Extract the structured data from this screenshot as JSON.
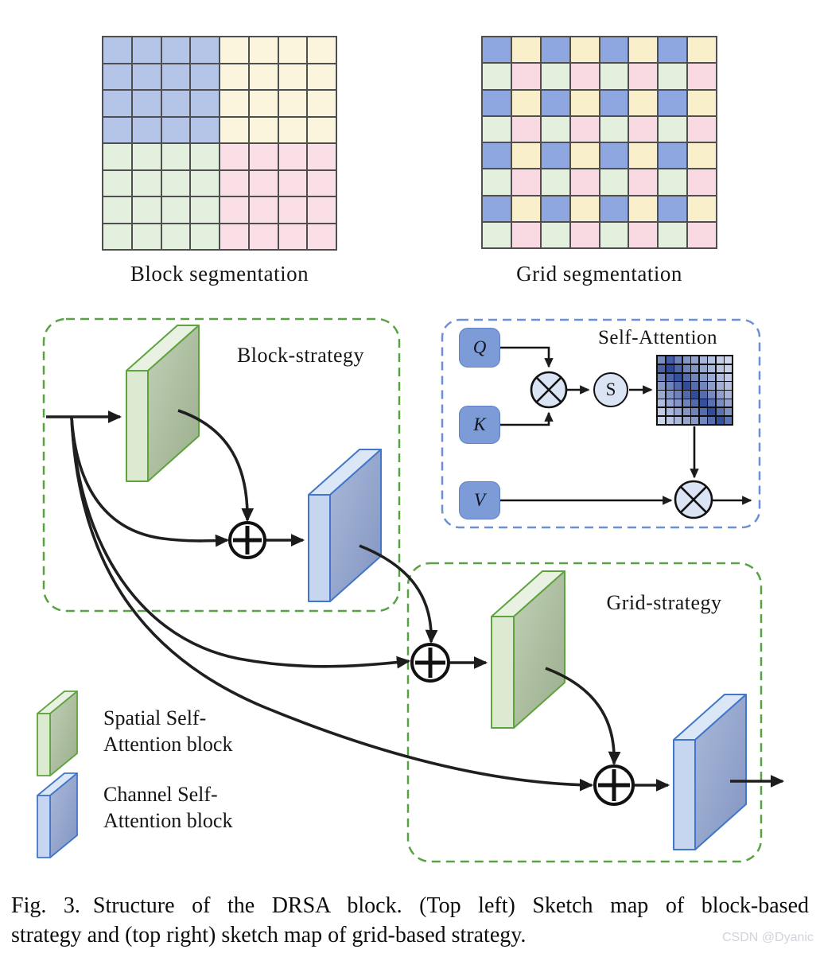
{
  "block_segmentation": {
    "label": "Block segmentation",
    "grid": {
      "rows": 8,
      "cols": 8,
      "pattern": [
        "BBBBYYYY",
        "BBBBYYYY",
        "BBBBYYYY",
        "BBBBYYYY",
        "GGGGPPPP",
        "GGGGPPPP",
        "GGGGPPPP",
        "GGGGPPPP"
      ],
      "palette": {
        "B": "#b4c5e8",
        "Y": "#fbf5de",
        "G": "#e3f0dd",
        "P": "#fbdfe6"
      },
      "line_color": "#4f4f4f"
    }
  },
  "grid_segmentation": {
    "label": "Grid segmentation",
    "grid": {
      "rows": 8,
      "cols": 8,
      "pattern": [
        "BYBYBYBY",
        "GPGPGPGP",
        "BYBYBYBY",
        "GPGPGPGP",
        "BYBYBYBY",
        "GPGPGPGP",
        "BYBYBYBY",
        "GPGPGPGP"
      ],
      "palette": {
        "B": "#8fa7e0",
        "Y": "#faefcb",
        "G": "#e3f0dd",
        "P": "#f9dae3"
      },
      "line_color": "#4f4f4f"
    }
  },
  "block_strategy": {
    "label": "Block-strategy",
    "border_color": "#58a243"
  },
  "grid_strategy": {
    "label": "Grid-strategy",
    "border_color": "#58a243"
  },
  "self_attention": {
    "label": "Self-Attention",
    "border_color": "#6b90d4",
    "q_label": "Q",
    "k_label": "K",
    "v_label": "V",
    "softmax_label": "S",
    "node_fill": "#7d9bd6",
    "operator_fill": "#dbe4f4",
    "attention_map": {
      "rows": 8,
      "cols": 9,
      "light": "#e8eefb",
      "dark": "#1f3a8e",
      "values": [
        [
          0.55,
          0.8,
          0.6,
          0.5,
          0.42,
          0.32,
          0.25,
          0.18,
          0.12
        ],
        [
          0.78,
          0.92,
          0.75,
          0.6,
          0.5,
          0.4,
          0.3,
          0.22,
          0.16
        ],
        [
          0.6,
          0.76,
          0.88,
          0.72,
          0.58,
          0.48,
          0.38,
          0.28,
          0.2
        ],
        [
          0.48,
          0.6,
          0.74,
          0.9,
          0.72,
          0.58,
          0.45,
          0.34,
          0.26
        ],
        [
          0.38,
          0.5,
          0.6,
          0.74,
          0.9,
          0.72,
          0.56,
          0.44,
          0.32
        ],
        [
          0.28,
          0.4,
          0.5,
          0.6,
          0.74,
          0.88,
          0.7,
          0.54,
          0.42
        ],
        [
          0.2,
          0.3,
          0.4,
          0.5,
          0.6,
          0.72,
          0.9,
          0.7,
          0.52
        ],
        [
          0.14,
          0.22,
          0.3,
          0.4,
          0.48,
          0.58,
          0.72,
          0.88,
          0.68
        ]
      ]
    }
  },
  "legend": {
    "items": [
      {
        "kind": "spatial",
        "line1": "Spatial Self-",
        "line2": "Attention block"
      },
      {
        "kind": "channel",
        "line1": "Channel Self-",
        "line2": "Attention block"
      }
    ]
  },
  "block_colors": {
    "spatial": {
      "strip": "#dcead2",
      "top": "#e9f2e2",
      "face_light": "#c2d0b6",
      "face_dark": "#9aae8c",
      "border": "#5ea33e"
    },
    "channel": {
      "strip": "#c6d6f1",
      "top": "#dbe6f7",
      "face_light": "#aab9da",
      "face_dark": "#8295c1",
      "border": "#4176c9"
    }
  },
  "caption": {
    "fig_label": "Fig. 3.",
    "line1": "Structure of the DRSA block. (Top left) Sketch map of block-based",
    "line2": "strategy and (top right) sketch map of grid-based strategy."
  },
  "watermark": "CSDN @Dyanic"
}
